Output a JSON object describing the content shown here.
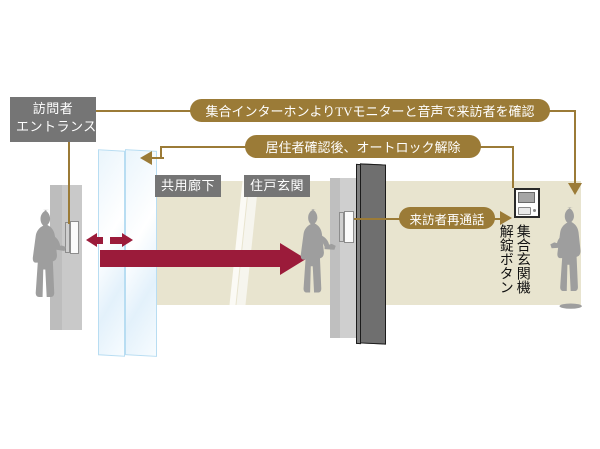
{
  "diagram": {
    "title_text": "",
    "colors": {
      "label_gray": "#757575",
      "callout_brown": "#9b7b37",
      "flow_red": "#9b1b3a",
      "wall_beige": "#e8e4cf",
      "glass_blue": "#b8ddf2",
      "silhouette_gray": "#9e9e9e",
      "door_dark": "#6f6f6f"
    },
    "zone_labels": [
      {
        "id": "visitor-entrance",
        "line1": "訪問者",
        "line2": "エントランス"
      },
      {
        "id": "common-corridor",
        "text": "共用廊下"
      },
      {
        "id": "dwelling-entrance",
        "text": "住戸玄関"
      }
    ],
    "callouts": [
      {
        "id": "confirm-visitor",
        "text": "集合インターホンよりTVモニターと音声で来訪者を確認"
      },
      {
        "id": "auto-lock-release",
        "text": "居住者確認後、オートロック解除"
      },
      {
        "id": "visitor-recall",
        "text": "来訪者再通話"
      }
    ],
    "device_label": {
      "id": "entrance-unit-unlock-button",
      "line1": "集合玄関機",
      "line2": "解錠ボタン"
    },
    "icons": {
      "visitor_person": "person-silhouette-icon",
      "resident_person": "person-silhouette-icon",
      "entrance_person": "person-silhouette-icon",
      "intercom_panel": "intercom-panel-icon",
      "entrance_unit": "entrance-intercom-unit-icon",
      "flow_arrow": "red-flow-arrow-icon",
      "sliding_door_arrows": "sliding-door-arrows-icon"
    }
  }
}
